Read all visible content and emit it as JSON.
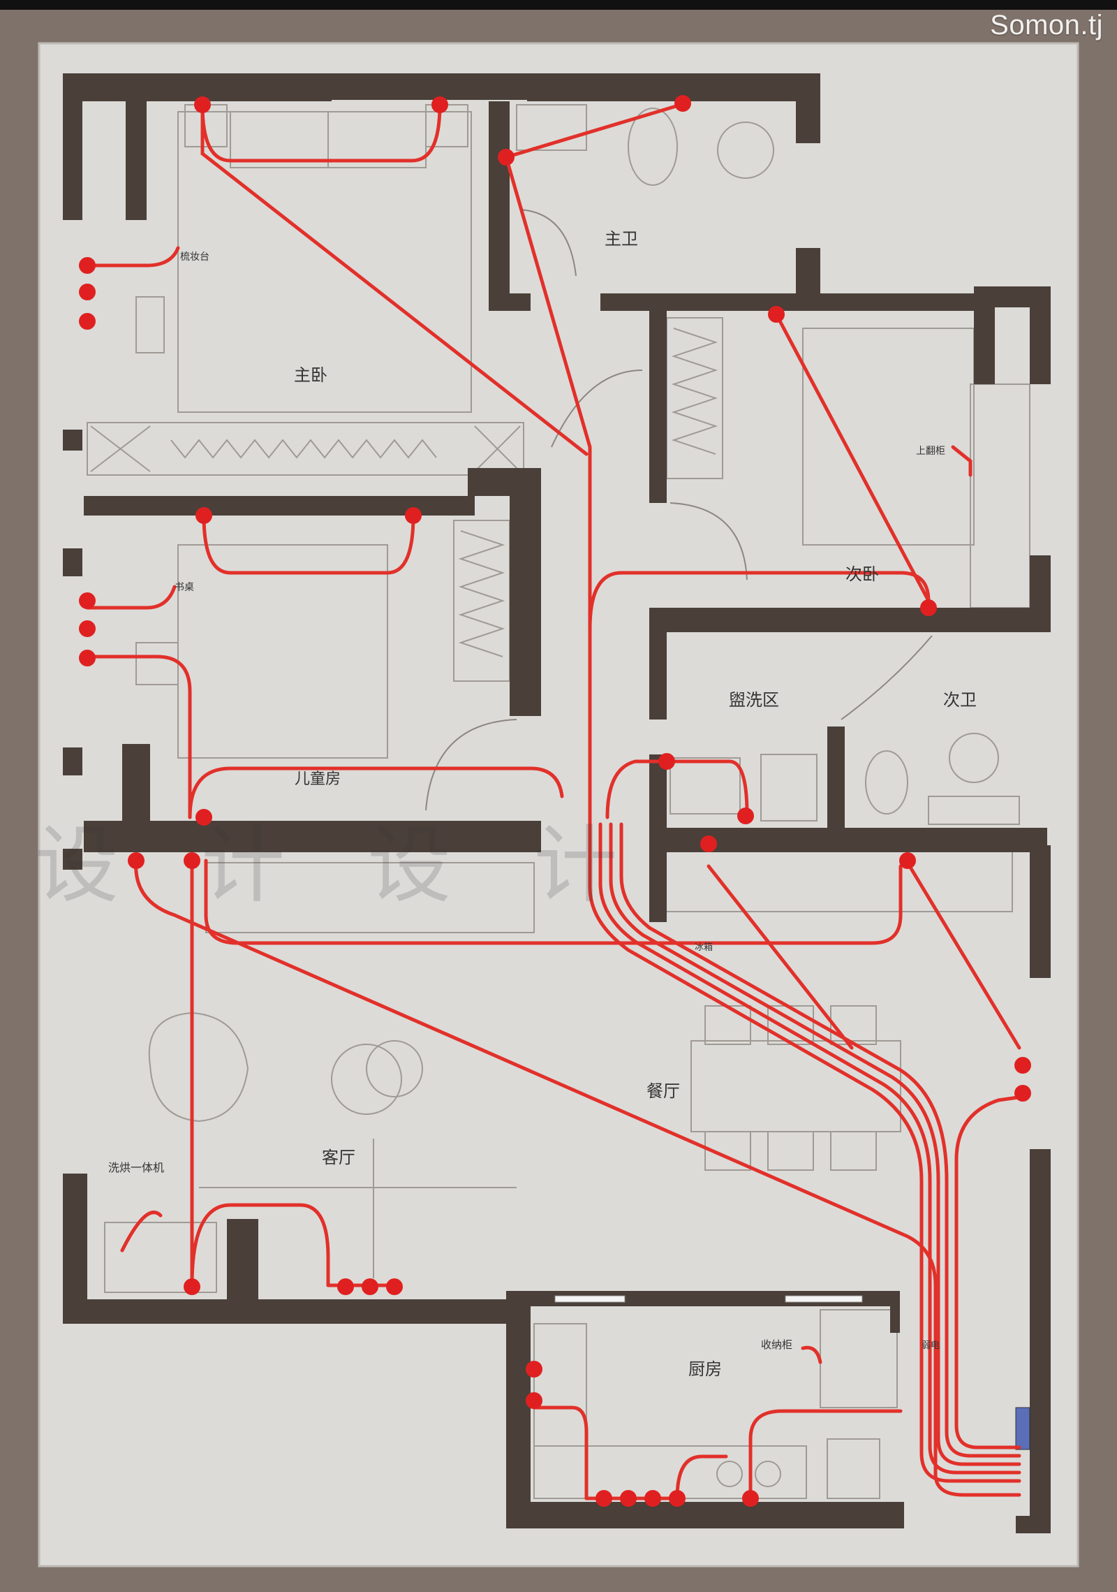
{
  "site_watermark": "Somon.tj",
  "colors": {
    "background": "#7f726a",
    "paper": "#dcdbd8",
    "wall": "#4a3f39",
    "wire": "#e2302a",
    "socket": "#e02020",
    "furniture": "#a09a95"
  },
  "rooms": {
    "master_bedroom": "主卧",
    "master_bath": "主卫",
    "second_bedroom": "次卧",
    "second_bath": "次卫",
    "washing_area": "盥洗区",
    "children_room": "儿童房",
    "living_room": "客厅",
    "dining_room": "餐厅",
    "kitchen": "厨房"
  },
  "labels": {
    "vanity": "梳妆台",
    "desk": "书桌",
    "upper_cabinet": "上翻柜",
    "fridge": "冰箱",
    "washer_dryer": "洗烘一体机",
    "storage_cabinet": "收纳柜",
    "utility": "弱电"
  },
  "faint_watermark": "设 计 设 计"
}
